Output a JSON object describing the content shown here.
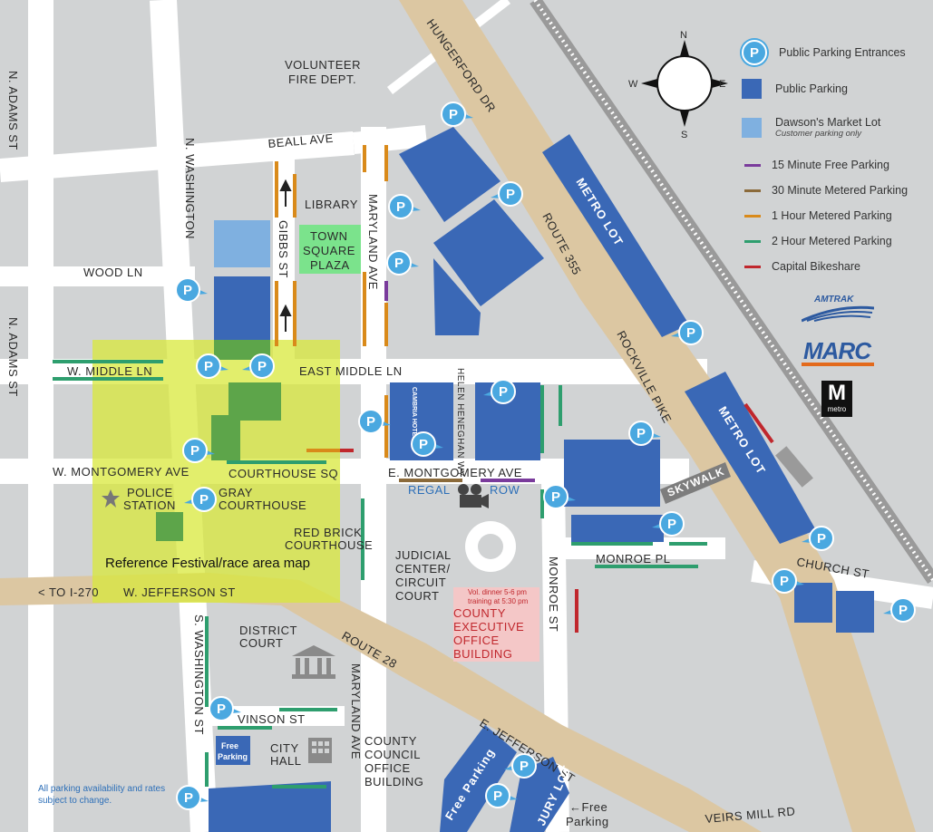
{
  "streets": {
    "n_adams_top": "N. ADAMS ST",
    "n_adams_mid": "N. ADAMS ST",
    "n_washington": "N. WASHINGTON",
    "s_washington": "S. WASHINGTON ST",
    "beall": "BEALL AVE",
    "wood": "WOOD LN",
    "gibbs": "GIBBS ST",
    "maryland_top": "MARYLAND AVE",
    "maryland_bottom": "MARYLAND AVE",
    "w_middle": "W. MIDDLE LN",
    "east_middle": "EAST MIDDLE LN",
    "w_montgomery": "W. MONTGOMERY AVE",
    "courthouse_sq": "COURTHOUSE SQ",
    "e_montgomery": "E. MONTGOMERY AVE",
    "hungerford": "HUNGERFORD DR",
    "route355": "ROUTE 355",
    "rockville_pike": "ROCKVILLE PIKE",
    "skywalk": "SKYWALK",
    "monroe_pl": "MONROE PL",
    "monroe_st": "MONROE ST",
    "church": "CHURCH ST",
    "w_jefferson": "W. JEFFERSON ST",
    "to_i270": "< TO I-270",
    "route28": "ROUTE 28",
    "vinson": "VINSON ST",
    "e_jefferson": "E. JEFFERSON ST",
    "veirs_mill": "VEIRS MILL RD",
    "helen_heneghan": "HELEN HENEGHAN WY"
  },
  "places": {
    "fire_1": "VOLUNTEER",
    "fire_2": "FIRE DEPT.",
    "library": "LIBRARY",
    "plaza_1": "TOWN",
    "plaza_2": "SQUARE",
    "plaza_3": "PLAZA",
    "police_1": "POLICE",
    "police_2": "STATION",
    "gray_1": "GRAY",
    "gray_2": "COURTHOUSE",
    "redbrick_1": "RED BRICK",
    "redbrick_2": "COURTHOUSE",
    "judicial_1": "JUDICIAL",
    "judicial_2": "CENTER/",
    "judicial_3": "CIRCUIT",
    "judicial_4": "COURT",
    "district_1": "DISTRICT",
    "district_2": "COURT",
    "cityhall_1": "CITY",
    "cityhall_2": "HALL",
    "council_1": "COUNTY",
    "council_2": "COUNCIL",
    "council_3": "OFFICE",
    "council_4": "BUILDING",
    "regal": "REGAL",
    "row": "ROW",
    "cambria": "CAMBRIA HOTEL",
    "metro_lot_1": "METRO LOT",
    "metro_lot_2": "METRO LOT",
    "free_parking_small_1": "Free",
    "free_parking_small_2": "Parking",
    "free_parking_big": "Free Parking",
    "jury_lot": "JURY LOT",
    "free_parking_arrow_1": "←Free",
    "free_parking_arrow_2": "Parking"
  },
  "exec_building": {
    "note_1": "Vol. dinner 5-6 pm",
    "note_2": "training at 5:30 pm",
    "line_1": "COUNTY",
    "line_2": "EXECUTIVE",
    "line_3": "OFFICE",
    "line_4": "BUILDING"
  },
  "festival_area_label": "Reference Festival/race area map",
  "compass": {
    "n": "N",
    "s": "S",
    "e": "E",
    "w": "W"
  },
  "legend": {
    "entrances": "Public Parking Entrances",
    "public_parking": "Public Parking",
    "dawsons": "Dawson's Market Lot",
    "dawsons_sub": "Customer parking only",
    "min15": "15 Minute Free Parking",
    "min30": "30 Minute Metered Parking",
    "hour1": "1 Hour Metered Parking",
    "hour2": "2 Hour Metered Parking",
    "bikeshare": "Capital Bikeshare"
  },
  "pin_glyph": "P",
  "brands": {
    "amtrak": "AMTRAK",
    "marc": "MARC",
    "metro_m": "M",
    "metro": "metro"
  },
  "disclaimer": "All parking availability and rates subject to change.",
  "colors": {
    "public_parking": "#3a68b6",
    "dawsons": "#7fb0e0",
    "pin": "#4aa8e0",
    "min15": "#7a3b9c",
    "min30": "#8b6a3a",
    "hour1": "#d98a1a",
    "hour2": "#2e9e6e",
    "bikeshare": "#c0272d",
    "festival": "#d8e83b",
    "plaza": "#7be38c",
    "exec": "#f4c7c7",
    "road_major": "#dcc7a2"
  }
}
